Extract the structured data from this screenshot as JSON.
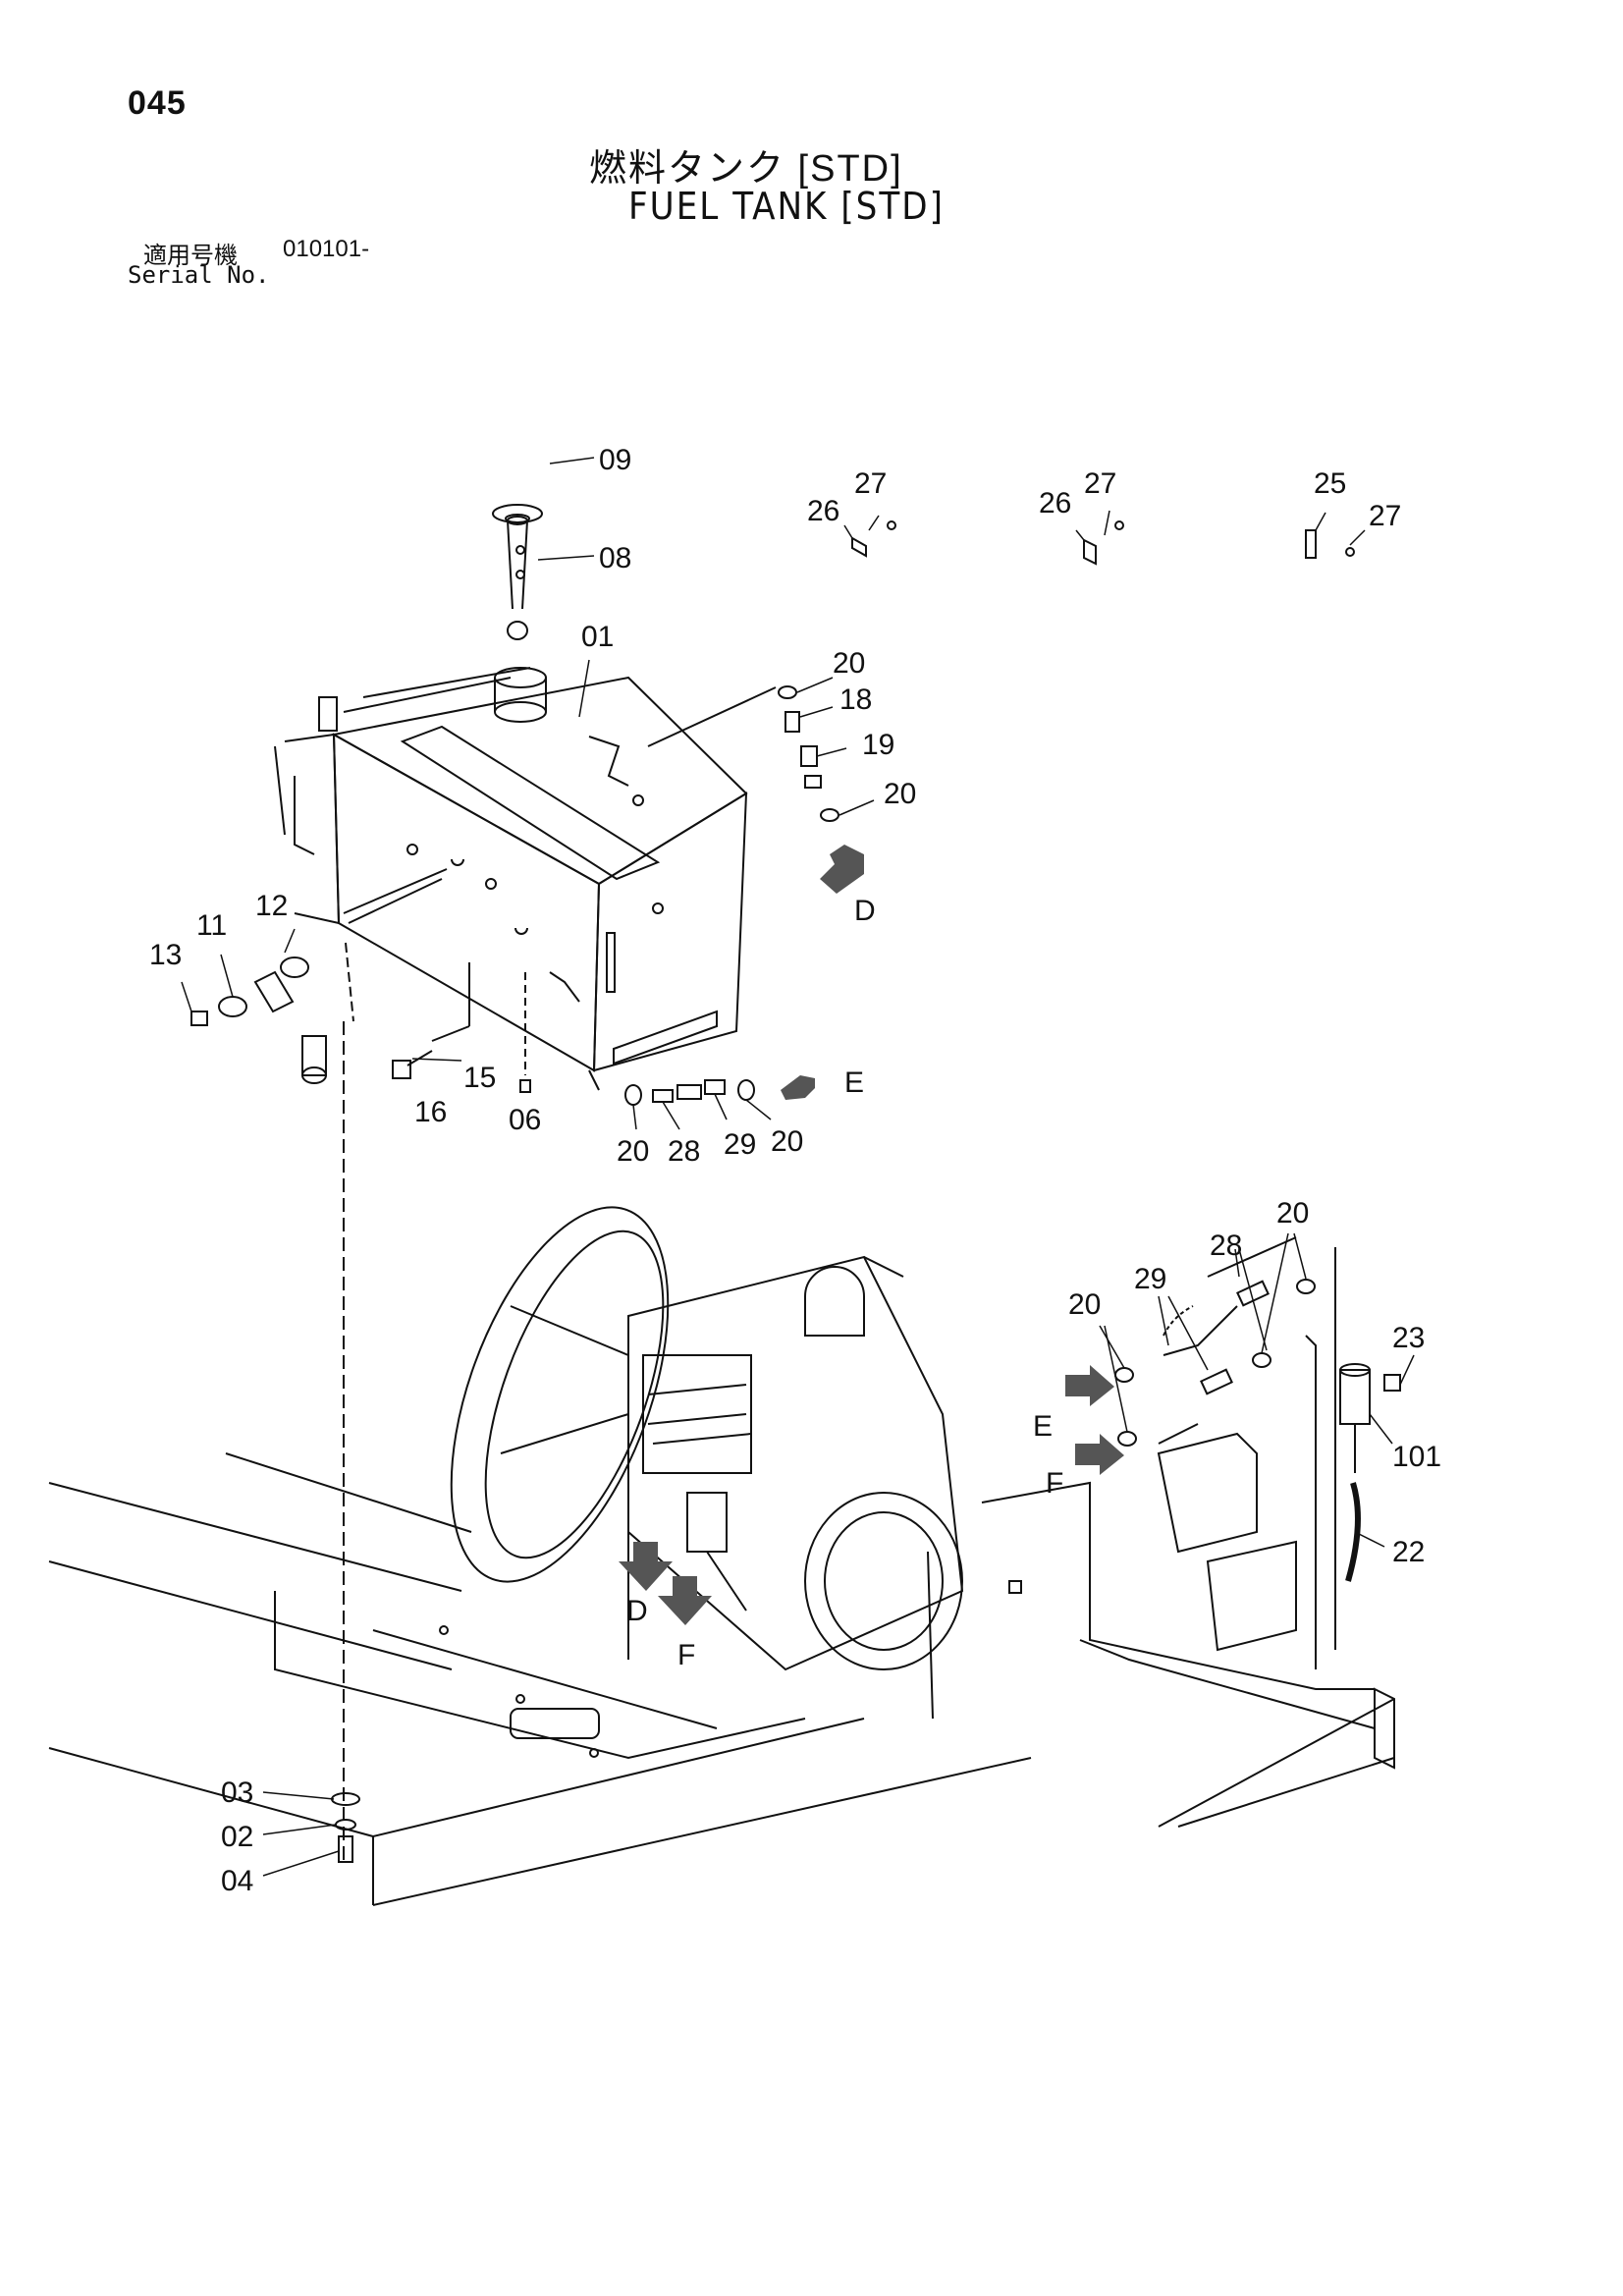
{
  "page_number": "045",
  "title_jp": "燃料タンク [STD]",
  "title_en": "FUEL TANK [STD]",
  "serial_label_jp": "適用号機",
  "serial_number": "010101-",
  "serial_label_en": "Serial No.",
  "callouts": [
    "09",
    "08",
    "01",
    "27",
    "26",
    "27",
    "26",
    "25",
    "27",
    "20",
    "18",
    "19",
    "20",
    "D",
    "12",
    "11",
    "13",
    "15",
    "16",
    "06",
    "E",
    "20",
    "28",
    "29",
    "20",
    "20",
    "28",
    "29",
    "20",
    "23",
    "E",
    "F",
    "101",
    "22",
    "D",
    "F",
    "03",
    "02",
    "04"
  ]
}
